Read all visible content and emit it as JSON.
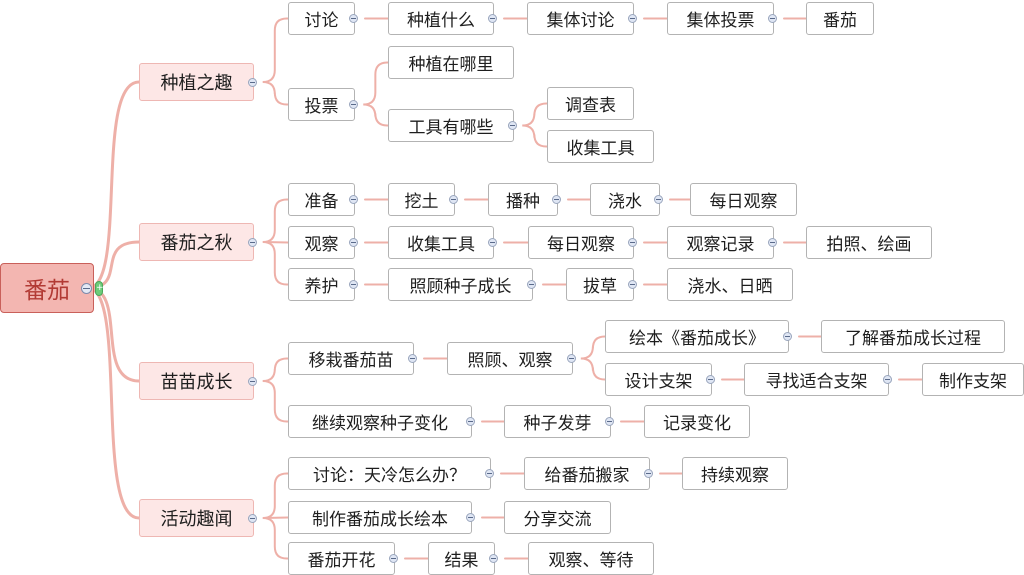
{
  "root": "番茄",
  "nodes": [
    {
      "id": "b1",
      "label": "种植之趣",
      "parent": "root",
      "level": 1
    },
    {
      "id": "b2",
      "label": "番茄之秋",
      "parent": "root",
      "level": 1
    },
    {
      "id": "b3",
      "label": "苗苗成长",
      "parent": "root",
      "level": 1
    },
    {
      "id": "b4",
      "label": "活动趣闻",
      "parent": "root",
      "level": 1
    },
    {
      "id": "n1",
      "label": "讨论",
      "parent": "b1",
      "level": 2
    },
    {
      "id": "n2",
      "label": "种植什么",
      "parent": "n1",
      "level": 2
    },
    {
      "id": "n3",
      "label": "集体讨论",
      "parent": "n2",
      "level": 2
    },
    {
      "id": "n4",
      "label": "集体投票",
      "parent": "n3",
      "level": 2
    },
    {
      "id": "n5",
      "label": "番茄",
      "parent": "n4",
      "level": 2
    },
    {
      "id": "n6",
      "label": "投票",
      "parent": "b1",
      "level": 2
    },
    {
      "id": "n7",
      "label": "种植在哪里",
      "parent": "n6",
      "level": 2
    },
    {
      "id": "n8",
      "label": "工具有哪些",
      "parent": "n6",
      "level": 2
    },
    {
      "id": "n9",
      "label": "调查表",
      "parent": "n8",
      "level": 2
    },
    {
      "id": "n10",
      "label": "收集工具",
      "parent": "n8",
      "level": 2
    },
    {
      "id": "n11",
      "label": "准备",
      "parent": "b2",
      "level": 2
    },
    {
      "id": "n12",
      "label": "挖土",
      "parent": "n11",
      "level": 2
    },
    {
      "id": "n13",
      "label": "播种",
      "parent": "n12",
      "level": 2
    },
    {
      "id": "n14",
      "label": "浇水",
      "parent": "n13",
      "level": 2
    },
    {
      "id": "n15",
      "label": "每日观察",
      "parent": "n14",
      "level": 2
    },
    {
      "id": "n16",
      "label": "观察",
      "parent": "b2",
      "level": 2
    },
    {
      "id": "n17",
      "label": "收集工具",
      "parent": "n16",
      "level": 2
    },
    {
      "id": "n18",
      "label": "每日观察",
      "parent": "n17",
      "level": 2
    },
    {
      "id": "n19",
      "label": "观察记录",
      "parent": "n18",
      "level": 2
    },
    {
      "id": "n20",
      "label": "拍照、绘画",
      "parent": "n19",
      "level": 2
    },
    {
      "id": "n21",
      "label": "养护",
      "parent": "b2",
      "level": 2
    },
    {
      "id": "n22",
      "label": "照顾种子成长",
      "parent": "n21",
      "level": 2
    },
    {
      "id": "n23",
      "label": "拔草",
      "parent": "n22",
      "level": 2
    },
    {
      "id": "n24",
      "label": "浇水、日晒",
      "parent": "n23",
      "level": 2
    },
    {
      "id": "n25",
      "label": "移栽番茄苗",
      "parent": "b3",
      "level": 2
    },
    {
      "id": "n26",
      "label": "照顾、观察",
      "parent": "n25",
      "level": 2
    },
    {
      "id": "n27",
      "label": "绘本《番茄成长》",
      "parent": "n26",
      "level": 2
    },
    {
      "id": "n28",
      "label": "了解番茄成长过程",
      "parent": "n27",
      "level": 2
    },
    {
      "id": "n29",
      "label": "设计支架",
      "parent": "n26",
      "level": 2
    },
    {
      "id": "n30",
      "label": "寻找适合支架",
      "parent": "n29",
      "level": 2
    },
    {
      "id": "n31",
      "label": "制作支架",
      "parent": "n30",
      "level": 2
    },
    {
      "id": "n32",
      "label": "继续观察种子变化",
      "parent": "b3",
      "level": 2
    },
    {
      "id": "n33",
      "label": "种子发芽",
      "parent": "n32",
      "level": 2
    },
    {
      "id": "n34",
      "label": "记录变化",
      "parent": "n33",
      "level": 2
    },
    {
      "id": "n35",
      "label": "讨论：天冷怎么办？",
      "parent": "b4",
      "level": 2
    },
    {
      "id": "n36",
      "label": "给番茄搬家",
      "parent": "n35",
      "level": 2
    },
    {
      "id": "n37",
      "label": "持续观察",
      "parent": "n36",
      "level": 2
    },
    {
      "id": "n38",
      "label": "制作番茄成长绘本",
      "parent": "b4",
      "level": 2
    },
    {
      "id": "n39",
      "label": "分享交流",
      "parent": "n38",
      "level": 2
    },
    {
      "id": "n40",
      "label": "番茄开花",
      "parent": "b4",
      "level": 2
    },
    {
      "id": "n41",
      "label": "结果",
      "parent": "n40",
      "level": 2
    },
    {
      "id": "n42",
      "label": "观察、等待",
      "parent": "n41",
      "level": 2
    }
  ],
  "colors": {
    "link": "#eeb0a8",
    "root_fill": "#f3b6b1",
    "root_text": "#b23a34",
    "main_fill": "#fde7e6",
    "node_border": "#b3b3b3"
  }
}
